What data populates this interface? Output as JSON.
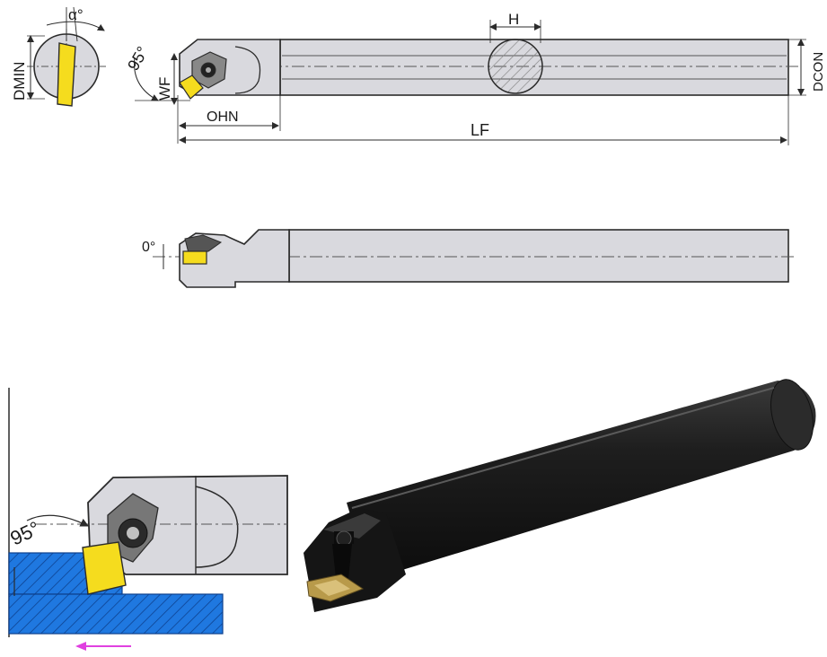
{
  "labels": {
    "alpha": "α°",
    "dmin": "DMIN",
    "dcon": "DCON",
    "angle_top": "95°",
    "wf": "WF",
    "ohn": "OHN",
    "h": "H",
    "lf": "LF",
    "zero_angle": "0°",
    "angle_bottom": "95°"
  },
  "colors": {
    "shank_fill": "#d9d9de",
    "outline": "#2b2b2b",
    "insert_yellow": "#f5dc1e",
    "workpiece_blue": "#1f78e0",
    "dark_tool": "#1c1c1c",
    "feed_arrow": "#e040e0"
  },
  "icons": {
    "insert": "rhombic-insert-icon",
    "screw": "clamp-screw-icon",
    "feed_direction": "feed-arrow-icon"
  }
}
